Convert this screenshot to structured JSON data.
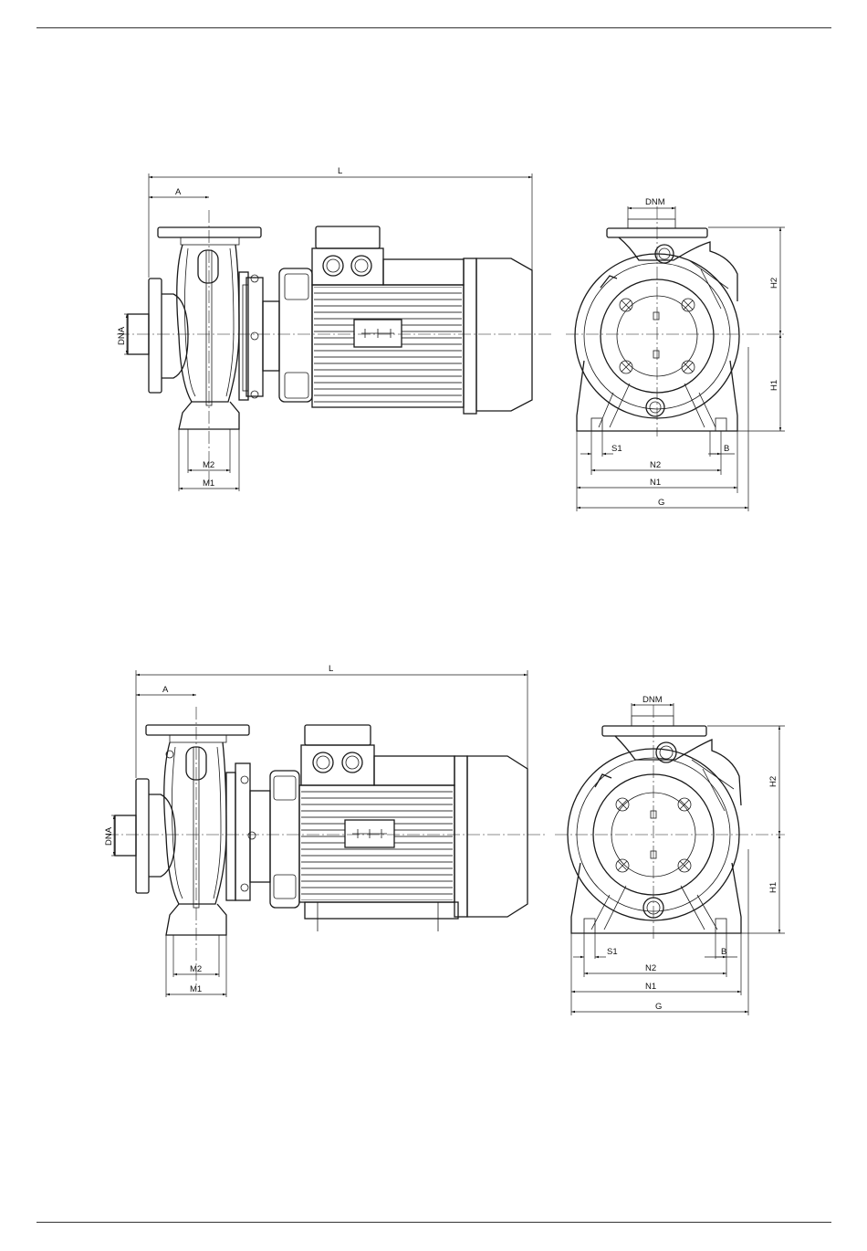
{
  "figures": [
    {
      "labels": {
        "L": "L",
        "A": "A",
        "DNA": "DNA",
        "M2": "M2",
        "M1": "M1",
        "DNM": "DNM",
        "H2": "H2",
        "H1": "H1",
        "S1": "S1",
        "B": "B",
        "N2": "N2",
        "N1": "N1",
        "G": "G"
      }
    },
    {
      "labels": {
        "L": "L",
        "A": "A",
        "DNA": "DNA",
        "M2": "M2",
        "M1": "M1",
        "DNM": "DNM",
        "H2": "H2",
        "H1": "H1",
        "S1": "S1",
        "B": "B",
        "N2": "N2",
        "N1": "N1",
        "G": "G"
      }
    }
  ]
}
